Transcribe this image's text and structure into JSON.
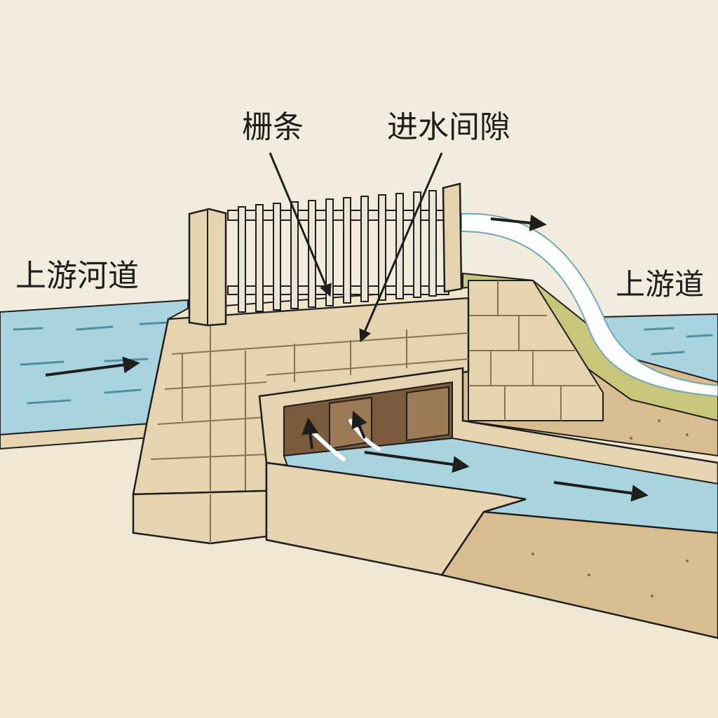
{
  "labels": {
    "upstream_channel": "上游河道",
    "upstream_right": "上游道",
    "grate_bars": "栅条",
    "intake_gap": "进水间隙"
  },
  "colors": {
    "background": "#f2ecde",
    "water": "#a9d3df",
    "masonry": "#e6d3b0",
    "masonry_shadow": "#cdb68c",
    "earth": "#d7bd8f",
    "grass": "#c9c57a",
    "bars": "#ede6d8",
    "ink": "#1e1e1e"
  },
  "icons": [
    "flow-arrow-icon",
    "leader-arrow-icon"
  ]
}
